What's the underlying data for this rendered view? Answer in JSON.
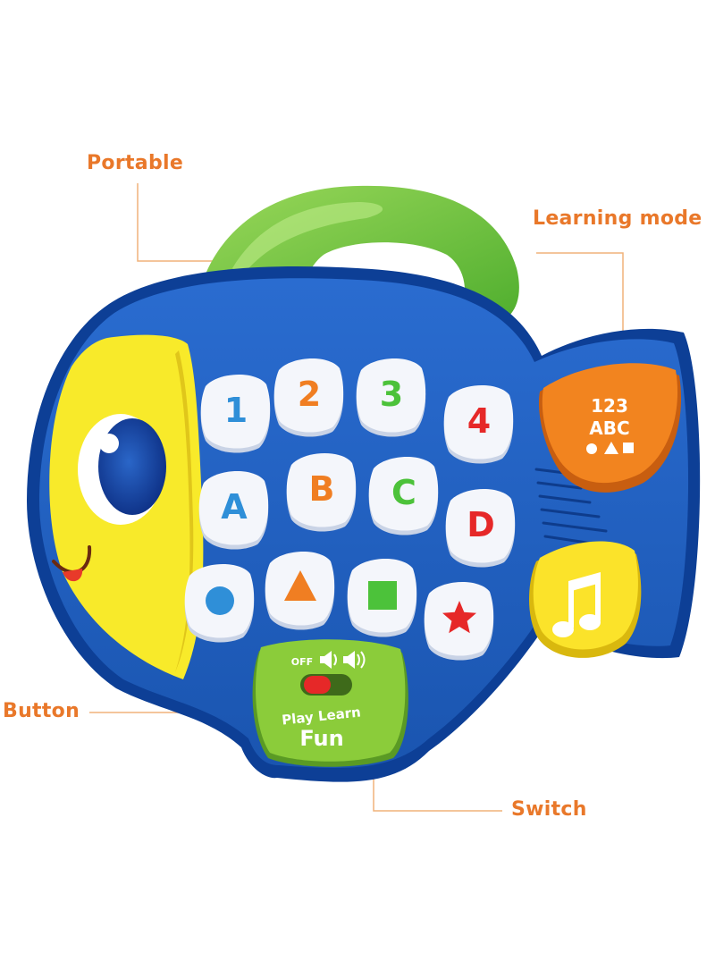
{
  "colors": {
    "callout_text": "#e9782a",
    "leader_line": "#f0b27a",
    "body_blue": "#1f5fbf",
    "body_dark_blue": "#0d3f96",
    "handle_green": "#7bc94a",
    "face_yellow": "#f8ea2a",
    "mode_orange": "#f2841f",
    "music_yellow": "#fbe32a",
    "switch_green": "#8bcc3a",
    "key_white": "#f4f6fb",
    "glyph_blue": "#2f8fd8",
    "glyph_orange": "#f07e22",
    "glyph_green": "#4cc23a",
    "glyph_red": "#e62828"
  },
  "callouts": {
    "portable": "Portable",
    "learning_mode": "Learning mode",
    "button": "Button",
    "switch": "Switch"
  },
  "keys": {
    "numbers": [
      "1",
      "2",
      "3",
      "4"
    ],
    "letters": [
      "A",
      "B",
      "C",
      "D"
    ],
    "shapes": [
      "circle",
      "triangle",
      "square",
      "star"
    ]
  },
  "mode_button": {
    "line1": "123",
    "line2": "ABC"
  },
  "switch_panel": {
    "off_label": "OFF",
    "brand_line1": "Play Learn",
    "brand_line2": "Fun"
  },
  "icons": [
    "speaker-icon",
    "music-note-icon"
  ]
}
